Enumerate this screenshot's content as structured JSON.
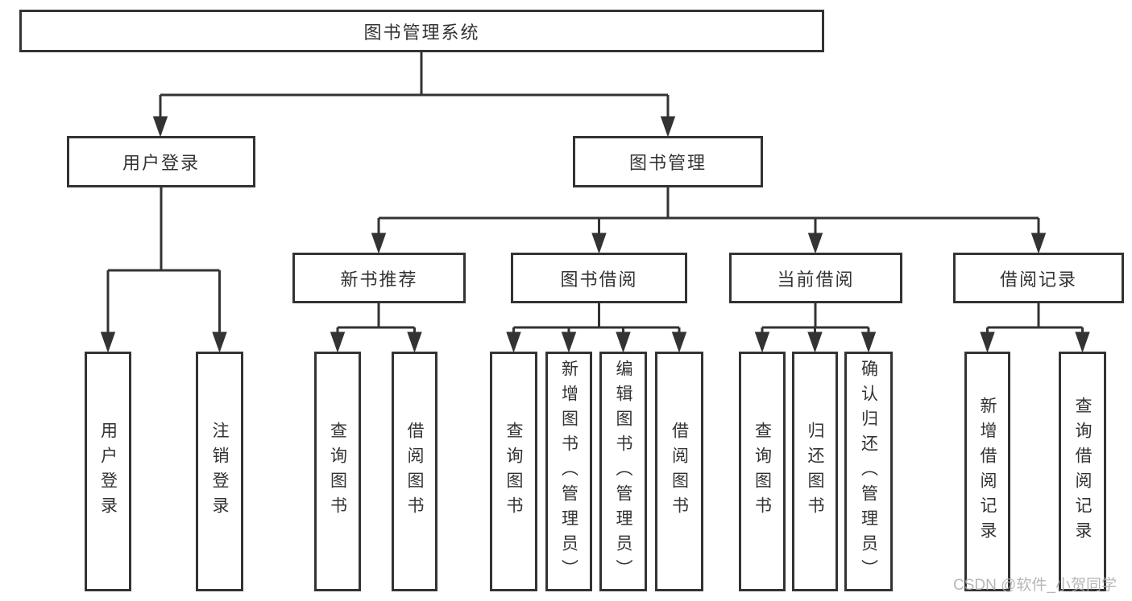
{
  "diagram": {
    "root": {
      "label": "图书管理系统"
    },
    "branches": [
      {
        "label": "用户登录",
        "children": [
          {
            "label": "用户登录"
          },
          {
            "label": "注销登录"
          }
        ]
      },
      {
        "label": "图书管理",
        "children": [
          {
            "label": "新书推荐",
            "children": [
              {
                "label": "查询图书"
              },
              {
                "label": "借阅图书"
              }
            ]
          },
          {
            "label": "图书借阅",
            "children": [
              {
                "label": "查询图书"
              },
              {
                "label": "新增图书（管理员）"
              },
              {
                "label": "编辑图书（管理员）"
              },
              {
                "label": "借阅图书"
              }
            ]
          },
          {
            "label": "当前借阅",
            "children": [
              {
                "label": "查询图书"
              },
              {
                "label": "归还图书"
              },
              {
                "label": "确认归还（管理员）"
              }
            ]
          },
          {
            "label": "借阅记录",
            "children": [
              {
                "label": "新增借阅记录"
              },
              {
                "label": "查询借阅记录"
              }
            ]
          }
        ]
      }
    ]
  },
  "watermark": {
    "text": "CSDN @软件_小贺同学"
  },
  "colors": {
    "line": "#333333",
    "text": "#333333",
    "box_fill": "#ffffff",
    "background": "#ffffff",
    "watermark": "#b0b0b0"
  }
}
